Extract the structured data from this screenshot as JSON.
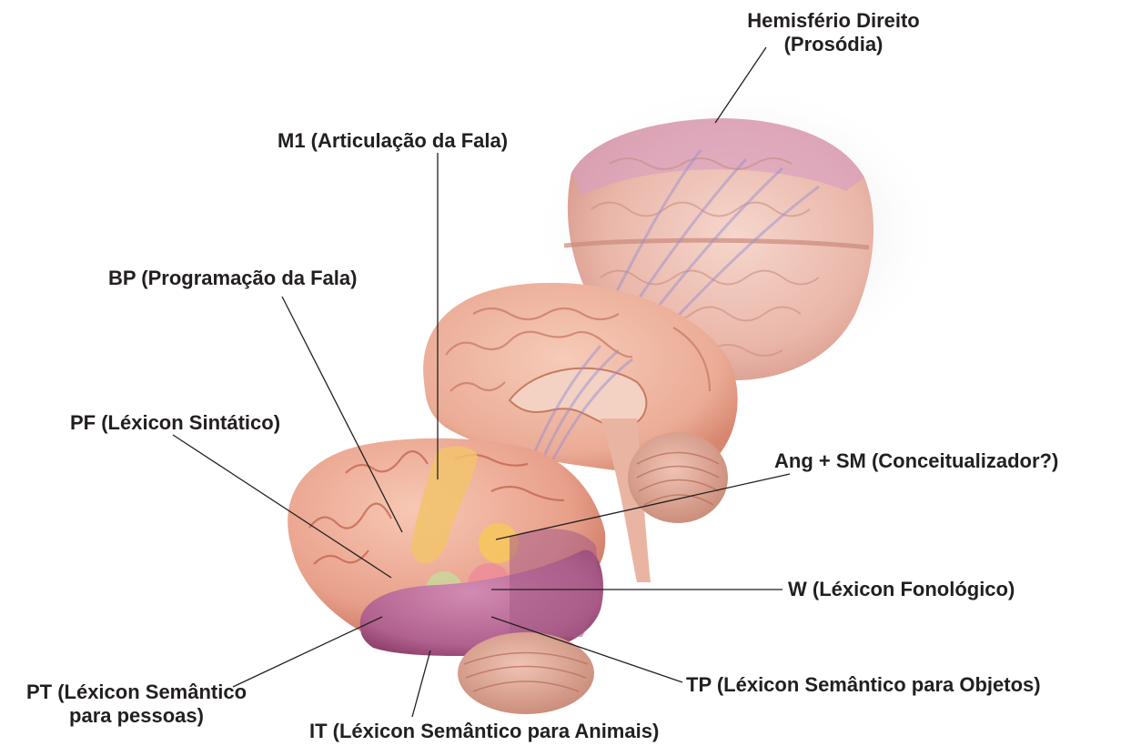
{
  "labels": {
    "right_hemisphere_line1": "Hemisfério Direito",
    "right_hemisphere_line2": "(Prosódia)",
    "m1": "M1 (Articulação da Fala)",
    "bp": "BP (Programação da Fala)",
    "pf": "PF (Léxicon Sintático)",
    "ang_sm": "Ang + SM (Conceitualizador?)",
    "w": "W (Léxicon Fonológico)",
    "pt_line1": "PT (Léxicon Semântico",
    "pt_line2": "para pessoas)",
    "tp": "TP (Léxicon Semântico para Objetos)",
    "it": "IT (Léxicon Semântico para Animais)"
  },
  "colors": {
    "label_text": "#231f20",
    "leader_line": "#231f20",
    "brain_tissue": "#efb49f",
    "brain_dark": "#d9897a",
    "right_hemisphere_tint": "#d9a0c0",
    "temporal_lobe": "#b3628f",
    "m1_region": "#f2c36b",
    "ang_sm_region": "#f6c85a",
    "w_region": "#ef8a98",
    "pf_region": "#c9d79a",
    "fiber_tracts": "#9b8fd0",
    "cerebellum": "#d99e90"
  }
}
